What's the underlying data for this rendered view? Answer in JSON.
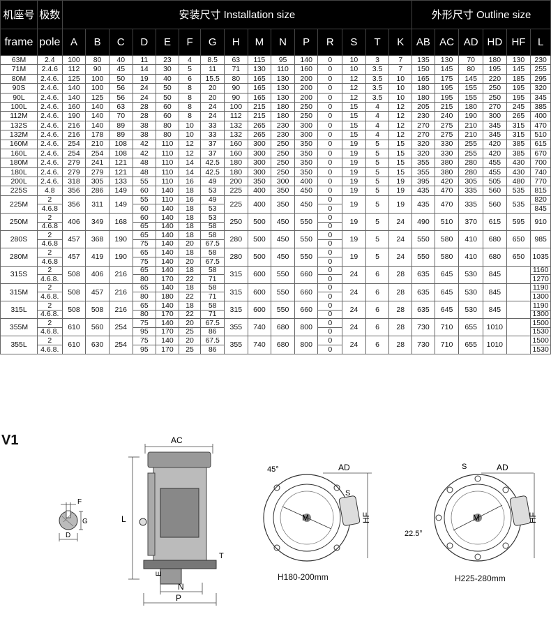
{
  "header": {
    "frame_cn": "机座号",
    "pole_cn": "极数",
    "installation": "安装尺寸 Installation size",
    "outline": "外形尺寸 Outline size",
    "frame_en": "frame",
    "pole_en": "pole",
    "install_cols": [
      "A",
      "B",
      "C",
      "D",
      "E",
      "F",
      "G",
      "H",
      "M",
      "N",
      "P",
      "R",
      "S",
      "T",
      "K"
    ],
    "outline_cols": [
      "AB",
      "AC",
      "AD",
      "HD",
      "HF",
      "L"
    ]
  },
  "rows": [
    {
      "frame": "63M",
      "v": [
        "2.4",
        "100",
        "80",
        "40",
        "11",
        "23",
        "4",
        "8.5",
        "63",
        "115",
        "95",
        "140",
        "0",
        "10",
        "3",
        "7",
        "135",
        "130",
        "70",
        "180",
        "130",
        "230"
      ]
    },
    {
      "frame": "71M",
      "v": [
        "2.4.6",
        "112",
        "90",
        "45",
        "14",
        "30",
        "5",
        "11",
        "71",
        "130",
        "110",
        "160",
        "0",
        "10",
        "3.5",
        "7",
        "150",
        "145",
        "80",
        "195",
        "145",
        "255"
      ]
    },
    {
      "frame": "80M",
      "v": [
        "2.4.6.",
        "125",
        "100",
        "50",
        "19",
        "40",
        "6",
        "15.5",
        "80",
        "165",
        "130",
        "200",
        "0",
        "12",
        "3.5",
        "10",
        "165",
        "175",
        "145",
        "220",
        "185",
        "295"
      ]
    },
    {
      "frame": "90S",
      "v": [
        "2.4.6.",
        "140",
        "100",
        "56",
        "24",
        "50",
        "8",
        "20",
        "90",
        "165",
        "130",
        "200",
        "0",
        "12",
        "3.5",
        "10",
        "180",
        "195",
        "155",
        "250",
        "195",
        "320"
      ]
    },
    {
      "frame": "90L",
      "v": [
        "2.4.6.",
        "140",
        "125",
        "56",
        "24",
        "50",
        "8",
        "20",
        "90",
        "165",
        "130",
        "200",
        "0",
        "12",
        "3.5",
        "10",
        "180",
        "195",
        "155",
        "250",
        "195",
        "345"
      ]
    },
    {
      "frame": "100L",
      "v": [
        "2.4.6.",
        "160",
        "140",
        "63",
        "28",
        "60",
        "8",
        "24",
        "100",
        "215",
        "180",
        "250",
        "0",
        "15",
        "4",
        "12",
        "205",
        "215",
        "180",
        "270",
        "245",
        "385"
      ]
    },
    {
      "frame": "112M",
      "v": [
        "2.4.6.",
        "190",
        "140",
        "70",
        "28",
        "60",
        "8",
        "24",
        "112",
        "215",
        "180",
        "250",
        "0",
        "15",
        "4",
        "12",
        "230",
        "240",
        "190",
        "300",
        "265",
        "400"
      ]
    },
    {
      "frame": "132S",
      "v": [
        "2.4.6.",
        "216",
        "140",
        "89",
        "38",
        "80",
        "10",
        "33",
        "132",
        "265",
        "230",
        "300",
        "0",
        "15",
        "4",
        "12",
        "270",
        "275",
        "210",
        "345",
        "315",
        "470"
      ]
    },
    {
      "frame": "132M",
      "v": [
        "2.4.6.",
        "216",
        "178",
        "89",
        "38",
        "80",
        "10",
        "33",
        "132",
        "265",
        "230",
        "300",
        "0",
        "15",
        "4",
        "12",
        "270",
        "275",
        "210",
        "345",
        "315",
        "510"
      ]
    },
    {
      "frame": "160M",
      "v": [
        "2.4.6.",
        "254",
        "210",
        "108",
        "42",
        "110",
        "12",
        "37",
        "160",
        "300",
        "250",
        "350",
        "0",
        "19",
        "5",
        "15",
        "320",
        "330",
        "255",
        "420",
        "385",
        "615"
      ]
    },
    {
      "frame": "160L",
      "v": [
        "2.4.6.",
        "254",
        "254",
        "108",
        "42",
        "110",
        "12",
        "37",
        "160",
        "300",
        "250",
        "350",
        "0",
        "19",
        "5",
        "15",
        "320",
        "330",
        "255",
        "420",
        "385",
        "670"
      ]
    },
    {
      "frame": "180M",
      "v": [
        "2.4.6.",
        "279",
        "241",
        "121",
        "48",
        "110",
        "14",
        "42.5",
        "180",
        "300",
        "250",
        "350",
        "0",
        "19",
        "5",
        "15",
        "355",
        "380",
        "280",
        "455",
        "430",
        "700"
      ]
    },
    {
      "frame": "180L",
      "v": [
        "2.4.6.",
        "279",
        "279",
        "121",
        "48",
        "110",
        "14",
        "42.5",
        "180",
        "300",
        "250",
        "350",
        "0",
        "19",
        "5",
        "15",
        "355",
        "380",
        "280",
        "455",
        "430",
        "740"
      ]
    },
    {
      "frame": "200L",
      "v": [
        "2.4.6.",
        "318",
        "305",
        "133",
        "55",
        "110",
        "16",
        "49",
        "200",
        "350",
        "300",
        "400",
        "0",
        "19",
        "5",
        "19",
        "395",
        "420",
        "305",
        "505",
        "480",
        "770"
      ]
    },
    {
      "frame": "225S",
      "v": [
        "4.8",
        "356",
        "286",
        "149",
        "60",
        "140",
        "18",
        "53",
        "225",
        "400",
        "350",
        "450",
        "0",
        "19",
        "5",
        "19",
        "435",
        "470",
        "335",
        "560",
        "535",
        "815"
      ]
    }
  ],
  "double_rows": [
    {
      "frame": "225M",
      "pole": [
        "2",
        "4.6.8"
      ],
      "A": "356",
      "B": "311",
      "C": "149",
      "D": [
        "55",
        "60"
      ],
      "E": [
        "110",
        "140"
      ],
      "F": [
        "16",
        "18"
      ],
      "G": [
        "49",
        "53"
      ],
      "H": "225",
      "M": "400",
      "N": "350",
      "P": "450",
      "R": [
        "0",
        "0"
      ],
      "S": "19",
      "T": "5",
      "K": "19",
      "AB": "435",
      "AC": "470",
      "AD": "335",
      "HD": "560",
      "HF": "535",
      "L": [
        "820",
        "845"
      ]
    },
    {
      "frame": "250M",
      "pole": [
        "2",
        "4.6.8"
      ],
      "A": "406",
      "B": "349",
      "C": "168",
      "D": [
        "60",
        "65"
      ],
      "E": [
        "140",
        "140"
      ],
      "F": [
        "18",
        "18"
      ],
      "G": [
        "53",
        "58"
      ],
      "H": "250",
      "M": "500",
      "N": "450",
      "P": "550",
      "R": [
        "0",
        "0"
      ],
      "S": "19",
      "T": "5",
      "K": "24",
      "AB": "490",
      "AC": "510",
      "AD": "370",
      "HD": "615",
      "HF": "595",
      "L": [
        "910"
      ]
    },
    {
      "frame": "280S",
      "pole": [
        "2",
        "4.6.8"
      ],
      "A": "457",
      "B": "368",
      "C": "190",
      "D": [
        "65",
        "75"
      ],
      "E": [
        "140",
        "140"
      ],
      "F": [
        "18",
        "20"
      ],
      "G": [
        "58",
        "67.5"
      ],
      "H": "280",
      "M": "500",
      "N": "450",
      "P": "550",
      "R": [
        "0",
        "0"
      ],
      "S": "19",
      "T": "5",
      "K": "24",
      "AB": "550",
      "AC": "580",
      "AD": "410",
      "HD": "680",
      "HF": "650",
      "L": [
        "985"
      ]
    },
    {
      "frame": "280M",
      "pole": [
        "2",
        "4.6.8"
      ],
      "A": "457",
      "B": "419",
      "C": "190",
      "D": [
        "65",
        "75"
      ],
      "E": [
        "140",
        "140"
      ],
      "F": [
        "18",
        "20"
      ],
      "G": [
        "58",
        "67.5"
      ],
      "H": "280",
      "M": "500",
      "N": "450",
      "P": "550",
      "R": [
        "0",
        "0"
      ],
      "S": "19",
      "T": "5",
      "K": "24",
      "AB": "550",
      "AC": "580",
      "AD": "410",
      "HD": "680",
      "HF": "650",
      "L": [
        "1035"
      ]
    },
    {
      "frame": "315S",
      "pole": [
        "2",
        "4.6.8."
      ],
      "A": "508",
      "B": "406",
      "C": "216",
      "D": [
        "65",
        "80"
      ],
      "E": [
        "140",
        "170"
      ],
      "F": [
        "18",
        "22"
      ],
      "G": [
        "58",
        "71"
      ],
      "H": "315",
      "M": "600",
      "N": "550",
      "P": "660",
      "R": [
        "0",
        "0"
      ],
      "S": "24",
      "T": "6",
      "K": "28",
      "AB": "635",
      "AC": "645",
      "AD": "530",
      "HD": "845",
      "HF": "",
      "L": [
        "1160",
        "1270"
      ]
    },
    {
      "frame": "315M",
      "pole": [
        "2",
        "4.6.8."
      ],
      "A": "508",
      "B": "457",
      "C": "216",
      "D": [
        "65",
        "80"
      ],
      "E": [
        "140",
        "180"
      ],
      "F": [
        "18",
        "22"
      ],
      "G": [
        "58",
        "71"
      ],
      "H": "315",
      "M": "600",
      "N": "550",
      "P": "660",
      "R": [
        "0",
        "0"
      ],
      "S": "24",
      "T": "6",
      "K": "28",
      "AB": "635",
      "AC": "645",
      "AD": "530",
      "HD": "845",
      "HF": "",
      "L": [
        "1190",
        "1300"
      ]
    },
    {
      "frame": "315L",
      "pole": [
        "2",
        "4.6.8."
      ],
      "A": "508",
      "B": "508",
      "C": "216",
      "D": [
        "65",
        "80"
      ],
      "E": [
        "140",
        "170"
      ],
      "F": [
        "18",
        "22"
      ],
      "G": [
        "58",
        "71"
      ],
      "H": "315",
      "M": "600",
      "N": "550",
      "P": "660",
      "R": [
        "0",
        "0"
      ],
      "S": "24",
      "T": "6",
      "K": "28",
      "AB": "635",
      "AC": "645",
      "AD": "530",
      "HD": "845",
      "HF": "",
      "L": [
        "1190",
        "1300"
      ]
    },
    {
      "frame": "355M",
      "pole": [
        "2",
        "4.6.8."
      ],
      "A": "610",
      "B": "560",
      "C": "254",
      "D": [
        "75",
        "95"
      ],
      "E": [
        "140",
        "170"
      ],
      "F": [
        "20",
        "25"
      ],
      "G": [
        "67.5",
        "86"
      ],
      "H": "355",
      "M": "740",
      "N": "680",
      "P": "800",
      "R": [
        "0",
        "0"
      ],
      "S": "24",
      "T": "6",
      "K": "28",
      "AB": "730",
      "AC": "710",
      "AD": "655",
      "HD": "1010",
      "HF": "",
      "L": [
        "1500",
        "1530"
      ]
    },
    {
      "frame": "355L",
      "pole": [
        "2",
        "4.6.8."
      ],
      "A": "610",
      "B": "630",
      "C": "254",
      "D": [
        "75",
        "95"
      ],
      "E": [
        "140",
        "170"
      ],
      "F": [
        "20",
        "25"
      ],
      "G": [
        "67.5",
        "86"
      ],
      "H": "355",
      "M": "740",
      "N": "680",
      "P": "800",
      "R": [
        "0",
        "0"
      ],
      "S": "24",
      "T": "6",
      "K": "28",
      "AB": "730",
      "AC": "710",
      "AD": "655",
      "HD": "1010",
      "HF": "",
      "L": [
        "1500",
        "1530"
      ]
    }
  ],
  "drawings": {
    "title": "V1",
    "shaft": {
      "F": "F",
      "G": "G",
      "D": "D"
    },
    "side": {
      "AC": "AC",
      "L": "L",
      "E": "E",
      "N": "N",
      "P": "P",
      "T": "T"
    },
    "flange1": {
      "angle": "45°",
      "AD": "AD",
      "HF": "HF",
      "M": "M",
      "S": "S",
      "caption": "H180-200mm"
    },
    "flange2": {
      "angle": "22.5°",
      "AD": "AD",
      "HF": "HF",
      "M": "M",
      "S": "S",
      "caption": "H225-280mm"
    }
  }
}
